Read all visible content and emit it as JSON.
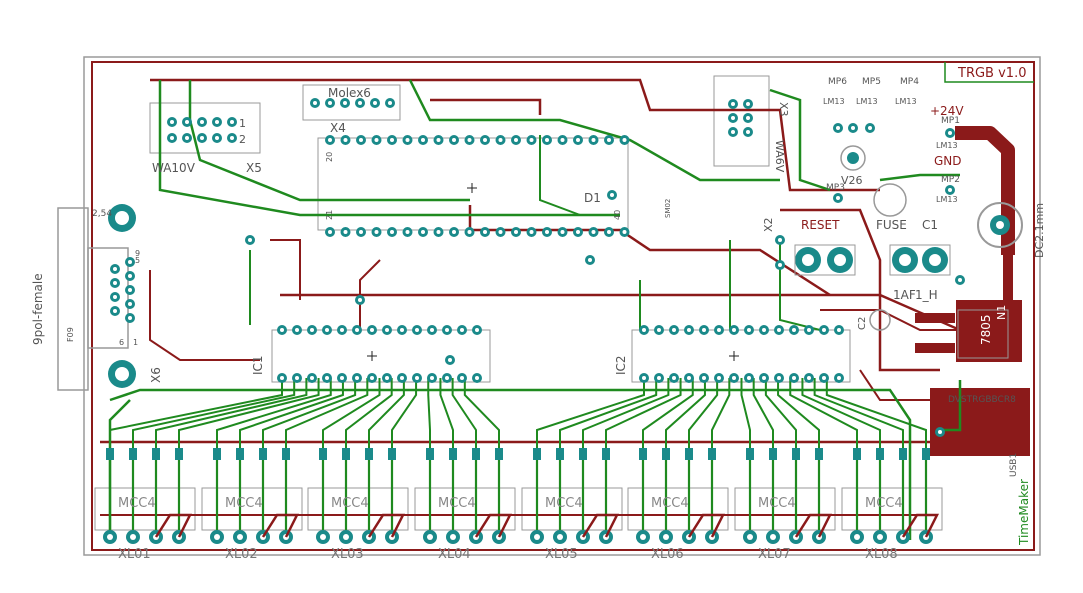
{
  "title": "TRGB v1.0",
  "labels": {
    "power_24v": "+24V",
    "gnd": "GND",
    "reset": "RESET",
    "fuse": "FUSE",
    "fuse_value": "1AF",
    "fuse_h": "1_H",
    "c1": "C1",
    "c2": "C2",
    "dc_jack": "DC2.1mm",
    "regulator": "7805",
    "reg_ref": "N1",
    "d1": "D1",
    "ic1": "IC1",
    "ic2": "IC2",
    "molex": "Molex6",
    "x4": "X4",
    "x5": "X5",
    "x6": "X6",
    "x3": "X3",
    "x2": "X2",
    "wa10v": "WA10V",
    "wa6v": "WA6V",
    "sub_d": "9pol-female",
    "f09": "F09",
    "v26": "V26",
    "usb": "USB1",
    "dvstrgb": "DVSTRGBBCR8",
    "timemaker": "TimeMaker",
    "dim_254": "2,54",
    "mp6": "MP6",
    "mp5": "MP5",
    "mp4": "MP4",
    "mp1": "MP1",
    "mp2": "MP2",
    "mp3": "MP3",
    "lm13": "LM13",
    "pin1": "1",
    "pin2": "2",
    "pin20": "20",
    "pin21": "21",
    "pin40": "40",
    "pin9": "9",
    "pin5": "5",
    "pin6": "6",
    "pin1b": "1",
    "sm02": "SM02",
    "mcc4": "MCC4"
  },
  "connectors": [
    {
      "ref": "XL01",
      "type": "MCC4"
    },
    {
      "ref": "XL02",
      "type": "MCC4"
    },
    {
      "ref": "XL03",
      "type": "MCC4"
    },
    {
      "ref": "XL04",
      "type": "MCC4"
    },
    {
      "ref": "XL05",
      "type": "MCC4"
    },
    {
      "ref": "XL06",
      "type": "MCC4"
    },
    {
      "ref": "XL07",
      "type": "MCC4"
    },
    {
      "ref": "XL08",
      "type": "MCC4"
    }
  ],
  "colors": {
    "copper_top": "#8b1a1a",
    "copper_bottom": "#1f8a1f",
    "pad": "#1a8a8a",
    "silkscreen": "#777777",
    "outline": "#8b1a1a"
  }
}
